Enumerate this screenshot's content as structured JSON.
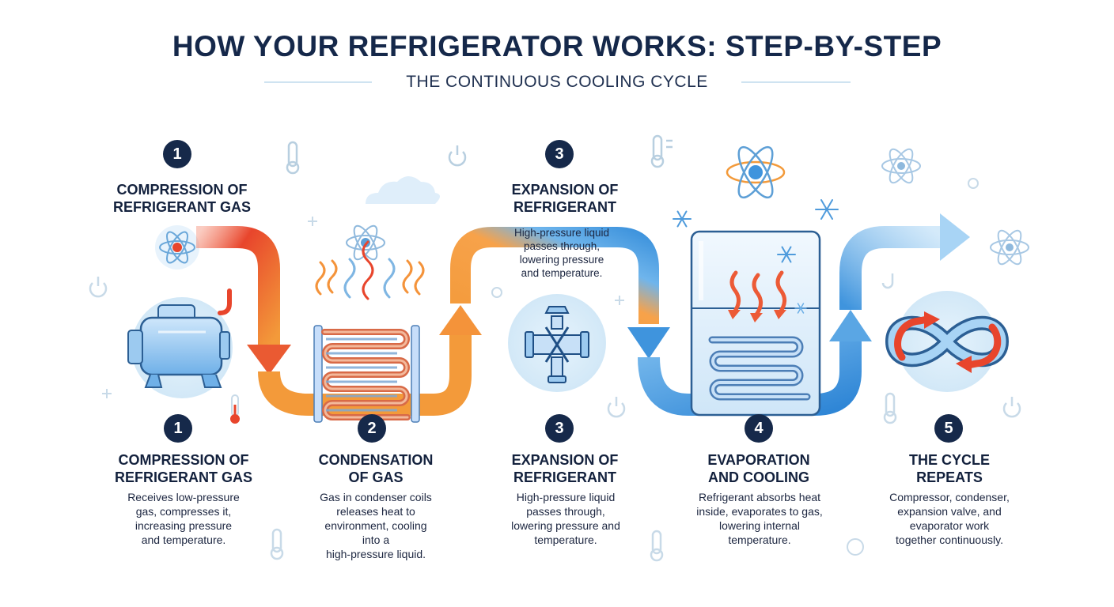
{
  "header": {
    "title": "HOW YOUR REFRIGERATOR WORKS: STEP-BY-STEP",
    "subtitle": "THE CONTINUOUS COOLING CYCLE"
  },
  "top_labels": [
    {
      "number": "1",
      "heading_line1": "COMPRESSION OF",
      "heading_line2": "REFRIGERANT GAS"
    },
    {
      "number": "3",
      "heading_line1": "EXPANSION OF",
      "heading_line2": "REFRIGERANT",
      "desc_line1": "High-pressure liquid",
      "desc_line2": "passes through,",
      "desc_line3": "lowering pressure",
      "desc_line4": "and temperature."
    }
  ],
  "steps": [
    {
      "number": "1",
      "heading_line1": "COMPRESSION OF",
      "heading_line2": "REFRIGERANT GAS",
      "desc_line1": "Receives low-pressure",
      "desc_line2": "gas, compresses it,",
      "desc_line3": "increasing pressure",
      "desc_line4": "and temperature."
    },
    {
      "number": "2",
      "heading_line1": "CONDENSATION",
      "heading_line2": "OF GAS",
      "desc_line1": "Gas in condenser coils",
      "desc_line2": "releases heat to",
      "desc_line3": "environment, cooling",
      "desc_line4": "into a",
      "desc_line5": "high-pressure liquid."
    },
    {
      "number": "3",
      "heading_line1": "EXPANSION OF",
      "heading_line2": "REFRIGERANT",
      "desc_line1": "High-pressure liquid",
      "desc_line2": "passes through,",
      "desc_line3": "lowering pressure and",
      "desc_line4": "temperature."
    },
    {
      "number": "4",
      "heading_line1": "EVAPORATION",
      "heading_line2": "AND COOLING",
      "desc_line1": "Refrigerant absorbs heat",
      "desc_line2": "inside, evaporates to gas,",
      "desc_line3": "lowering internal",
      "desc_line4": "temperature."
    },
    {
      "number": "5",
      "heading_line1": "THE CYCLE",
      "heading_line2": "REPEATS",
      "desc_line1": "Compressor, condenser,",
      "desc_line2": "expansion valve, and",
      "desc_line3": "evaporator work",
      "desc_line4": "together continuously."
    }
  ],
  "colors": {
    "navy": "#16294a",
    "hot_red": "#e8452c",
    "hot_orange": "#f39a3a",
    "cold_blue": "#3f94dd",
    "light_blue": "#a8d4f5",
    "ice": "#e7f3fc"
  }
}
